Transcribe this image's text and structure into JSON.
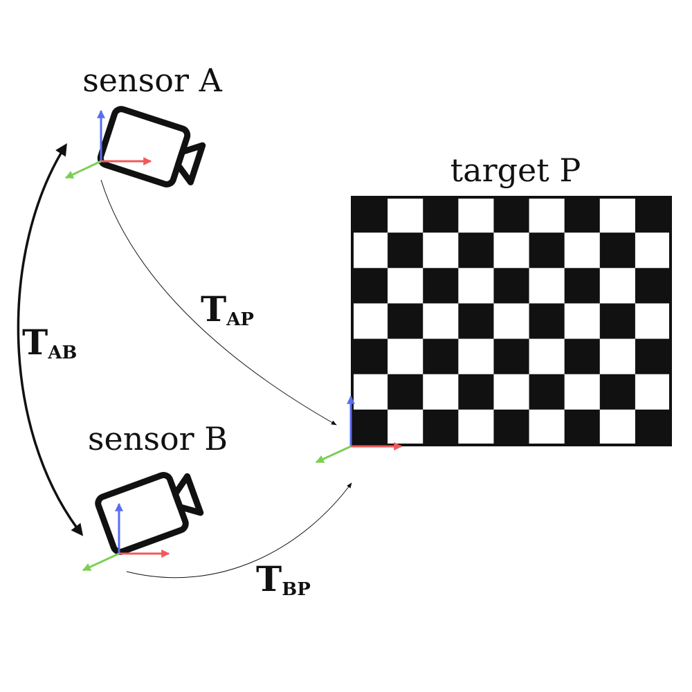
{
  "labels": {
    "sensor_a": "sensor A",
    "sensor_b": "sensor B",
    "target": "target P"
  },
  "transforms": {
    "ab": {
      "main": "T",
      "sub": "AB"
    },
    "ap": {
      "main": "T",
      "sub": "AP"
    },
    "bp": {
      "main": "T",
      "sub": "BP"
    }
  },
  "checkerboard": {
    "rows": 7,
    "cols": 9,
    "dark": "#111111",
    "light": "#ffffff"
  },
  "colors": {
    "axis_x": "#f05a5a",
    "axis_y": "#5a6cf0",
    "axis_z": "#7ccf55",
    "line": "#111111"
  },
  "icons": {
    "sensor_a": "video-camera-icon",
    "sensor_b": "video-camera-icon"
  }
}
